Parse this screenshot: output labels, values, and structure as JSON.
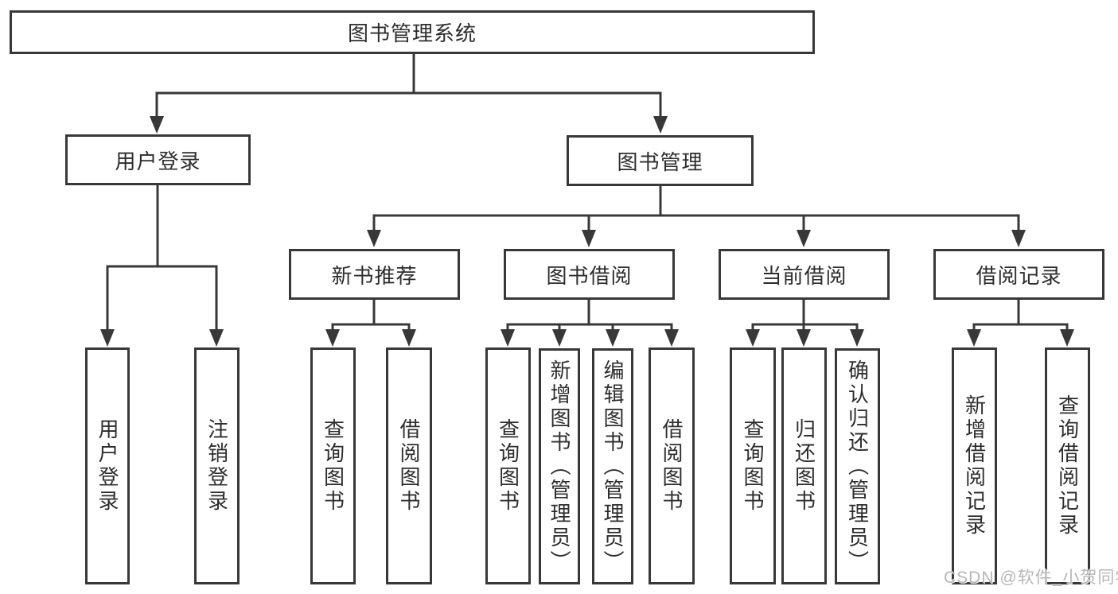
{
  "root": {
    "label": "图书管理系统"
  },
  "level1": {
    "user_login": {
      "label": "用户登录"
    },
    "book_mgmt": {
      "label": "图书管理"
    }
  },
  "level2": {
    "new_book": {
      "label": "新书推荐"
    },
    "book_borrow": {
      "label": "图书借阅"
    },
    "current_borrow": {
      "label": "当前借阅"
    },
    "borrow_record": {
      "label": "借阅记录"
    }
  },
  "leaves": {
    "user_login": [
      "用户登录",
      "注销登录"
    ],
    "new_book": [
      "查询图书",
      "借阅图书"
    ],
    "book_borrow": [
      "查询图书",
      "新增图书（管理员）",
      "编辑图书（管理员）",
      "借阅图书"
    ],
    "current_borrow": [
      "查询图书",
      "归还图书",
      "确认归还（管理员）"
    ],
    "borrow_record": [
      "新增借阅记录",
      "查询借阅记录"
    ]
  },
  "watermark": {
    "text": "CSDN @软件_小贺同学"
  },
  "colors": {
    "line": "#383838",
    "text": "#2d2d2d",
    "watermark": "#b7b6b6",
    "background": "#ffffff"
  }
}
